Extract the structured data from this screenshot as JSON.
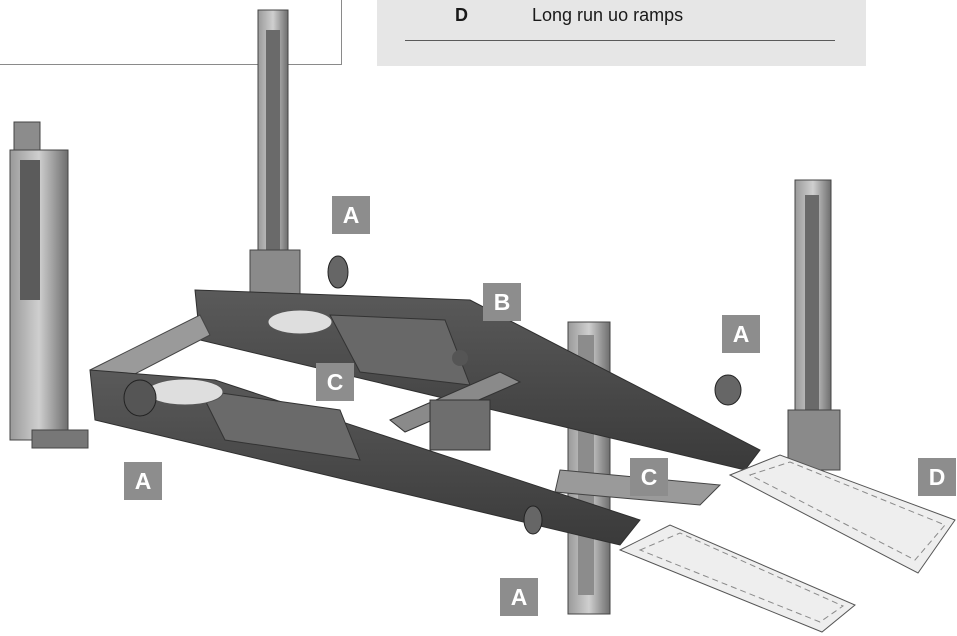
{
  "legend": {
    "key": "D",
    "description": "Long run uo ramps"
  },
  "callouts": {
    "a_top": "A",
    "a_right": "A",
    "a_left": "A",
    "a_bottom": "A",
    "b": "B",
    "c_left": "C",
    "c_right": "C",
    "d": "D"
  },
  "illustration": {
    "subject": "four-post vehicle lift with jack beam, alignment turntables and long run-up ramps",
    "colors": {
      "steel_dark": "#4a4a4a",
      "steel_mid": "#7a7a7a",
      "steel_light": "#b5b5b5",
      "ramp": "#e9e9e9"
    }
  }
}
